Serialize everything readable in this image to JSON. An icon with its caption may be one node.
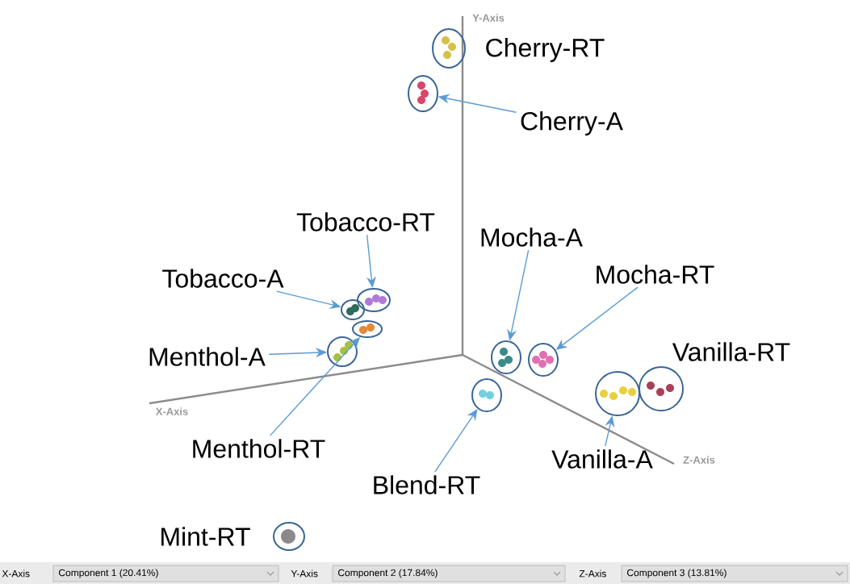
{
  "diagram": {
    "nodes": [
      {
        "text": [
          "Cherry-RT"
        ]
      },
      {
        "text": [
          "Cherry-A"
        ]
      },
      {
        "text": [
          "Tobacco-RT"
        ]
      },
      {
        "text": [
          "Tobacco-A"
        ]
      },
      {
        "text": [
          "Menthol-A"
        ]
      },
      {
        "text": [
          "Menthol-RT"
        ]
      },
      {
        "text": [
          "Mocha-A"
        ]
      },
      {
        "text": [
          "Mocha-RT"
        ]
      },
      {
        "text": [
          "Vanilla-RT"
        ]
      },
      {
        "text": [
          "Vanilla-A"
        ]
      },
      {
        "text": [
          "Blend-RT"
        ]
      },
      {
        "text": [
          "Mint-RT"
        ]
      },
      {
        "text": [],
        "shape": "circle"
      },
      {
        "text": [],
        "shape": "circle"
      },
      {
        "text": [],
        "shape": "circle"
      },
      {
        "text": [],
        "shape": "circle"
      },
      {
        "text": [],
        "shape": "circle"
      },
      {
        "text": [],
        "shape": "circle"
      },
      {
        "text": [],
        "shape": "circle"
      },
      {
        "text": [],
        "shape": "circle"
      },
      {
        "text": [],
        "shape": "circle"
      },
      {
        "text": [],
        "shape": "circle"
      },
      {
        "text": [],
        "shape": "circle"
      },
      {
        "text": [],
        "shape": "circle"
      }
    ],
    "edges": [
      {
        "from": 1,
        "to": 13,
        "arrow": "to"
      },
      {
        "from": 2,
        "to": 14,
        "arrow": "to"
      },
      {
        "from": 3,
        "to": 15,
        "arrow": "to"
      },
      {
        "from": 4,
        "to": 17,
        "arrow": "to"
      },
      {
        "from": 5,
        "to": 16,
        "arrow": "to"
      },
      {
        "from": 6,
        "to": 18,
        "arrow": "to"
      },
      {
        "from": 7,
        "to": 19,
        "arrow": "to"
      },
      {
        "from": 9,
        "to": 20,
        "arrow": "to"
      },
      {
        "from": 10,
        "to": 22,
        "arrow": "to"
      }
    ],
    "labels": [
      "Y-Axis",
      "X-Axis",
      "Z-Axis",
      "X-Axis",
      "Component 1 (20.41%)",
      "Y-Axis",
      "Component 2 (17.84%)",
      "Z-Axis",
      "Component 3 (13.81%)"
    ]
  }
}
